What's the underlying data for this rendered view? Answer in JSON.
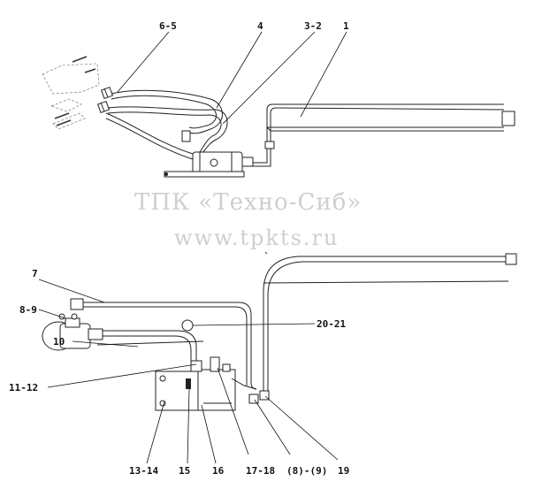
{
  "watermark": {
    "company": "ТПК «Техно-Сиб»",
    "website": "www.tpkts.ru"
  },
  "callouts": {
    "top": {
      "c_6_5": "6-5",
      "c_4": "4",
      "c_3_2": "3-2",
      "c_1": "1"
    },
    "bottom": {
      "c_7": "7",
      "c_8_9": "8-9",
      "c_20_21": "20-21",
      "c_10": "10",
      "c_11_12": "11-12",
      "c_13_14": "13-14",
      "c_15": "15",
      "c_16": "16",
      "c_17_18": "17-18",
      "c_8_9_paren": "(8)-(9)",
      "c_19": "19"
    }
  },
  "icons": {
    "pump": "pump-icon",
    "valve_block_top": "valve-block-icon",
    "valve_block_bottom": "distribution-valve-icon",
    "fitting": "hose-fitting-icon"
  },
  "colors": {
    "line": "#111111",
    "watermark": "#cfcfcf",
    "background": "#ffffff"
  }
}
